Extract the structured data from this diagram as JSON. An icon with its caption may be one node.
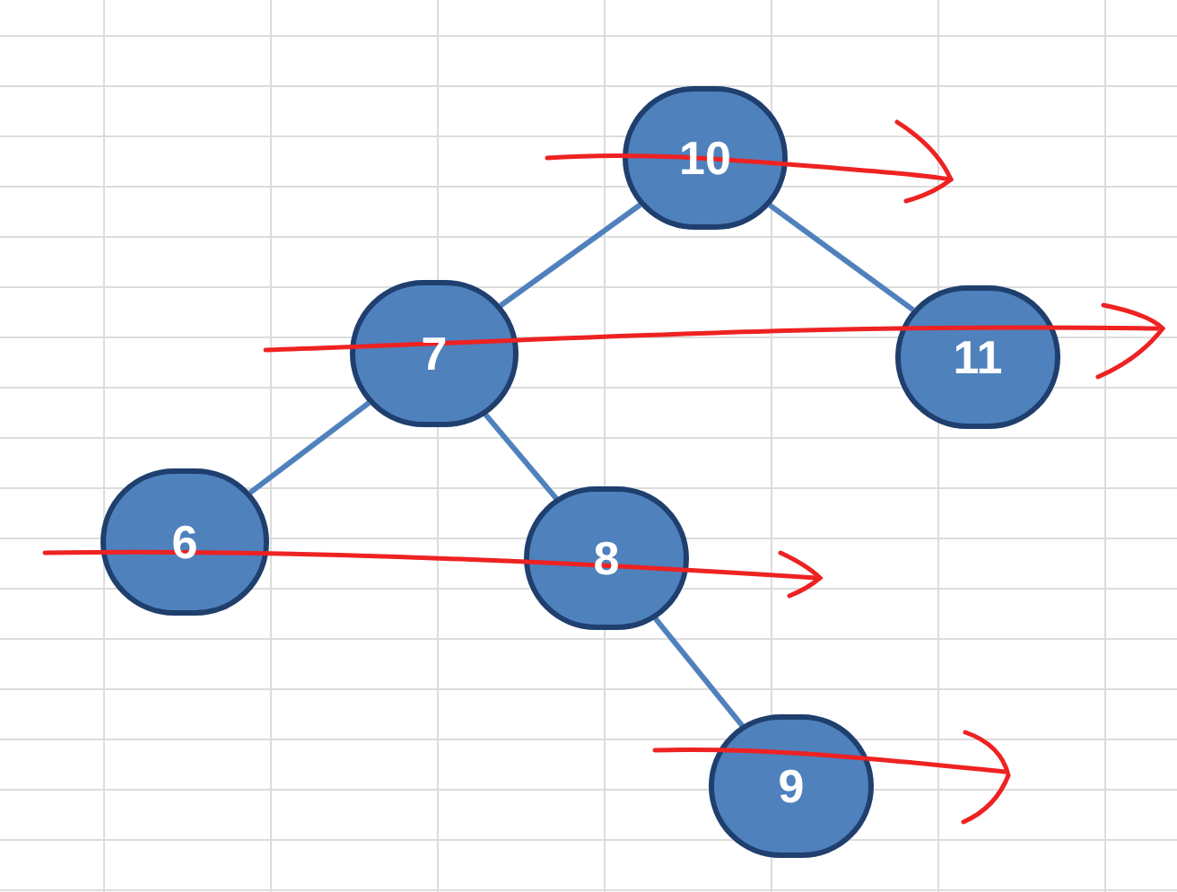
{
  "diagram": {
    "nodes": [
      {
        "text": [
          "10"
        ]
      },
      {
        "text": [
          "7"
        ]
      },
      {
        "text": [
          "11"
        ]
      },
      {
        "text": [
          "6"
        ]
      },
      {
        "text": [
          "8"
        ]
      },
      {
        "text": [
          "9"
        ]
      }
    ],
    "edges": [
      {
        "from": 0,
        "to": 1,
        "arrow": "none"
      },
      {
        "from": 0,
        "to": 2,
        "arrow": "none"
      },
      {
        "from": 1,
        "to": 3,
        "arrow": "none"
      },
      {
        "from": 1,
        "to": 4,
        "arrow": "none"
      },
      {
        "from": 4,
        "to": 5,
        "arrow": "none"
      }
    ]
  }
}
